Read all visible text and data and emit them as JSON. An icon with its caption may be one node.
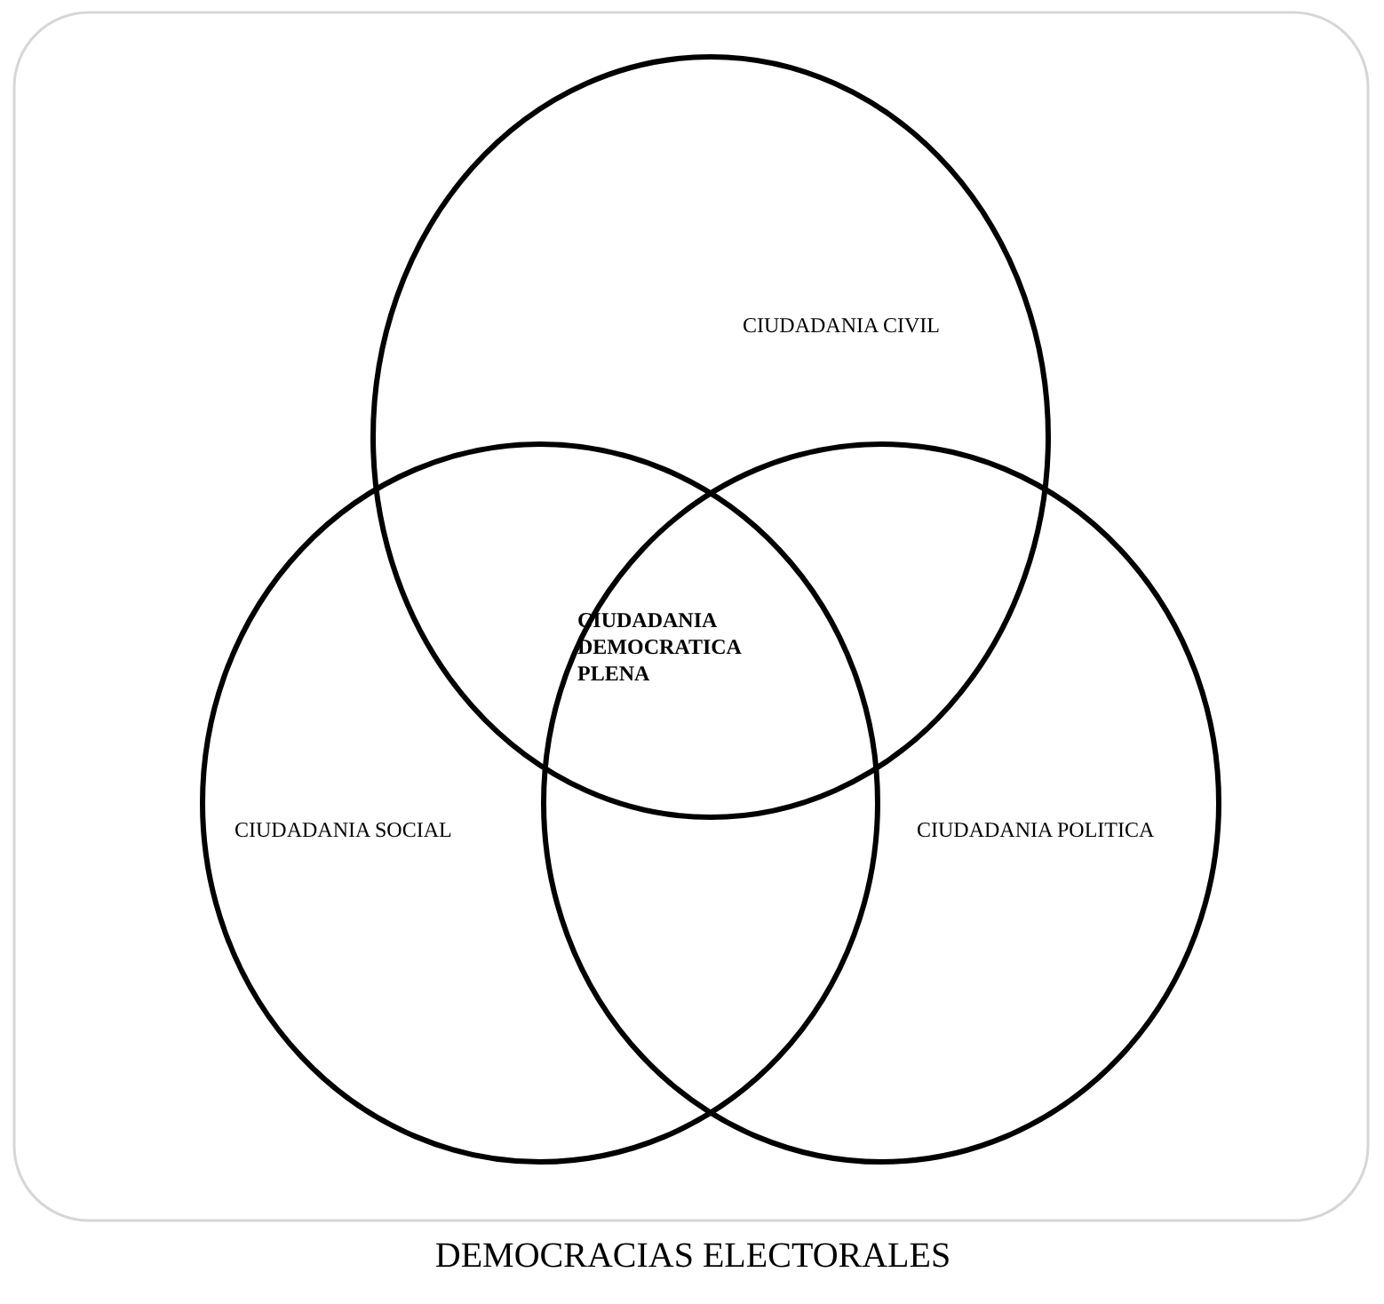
{
  "diagram": {
    "nodes": [
      {
        "text": [
          "DEMOCRACIAS ELECTORALES"
        ]
      },
      {
        "text": [
          "CIUDADANIA CIVIL"
        ],
        "in": 0
      },
      {
        "text": [
          "CIUDADANIA SOCIAL"
        ],
        "in": 0
      },
      {
        "text": [
          "CIUDADANIA POLITICA"
        ],
        "in": 0
      }
    ],
    "edges": [],
    "labels": [
      "CIUDADANIA DEMOCRATICA PLENA"
    ]
  }
}
